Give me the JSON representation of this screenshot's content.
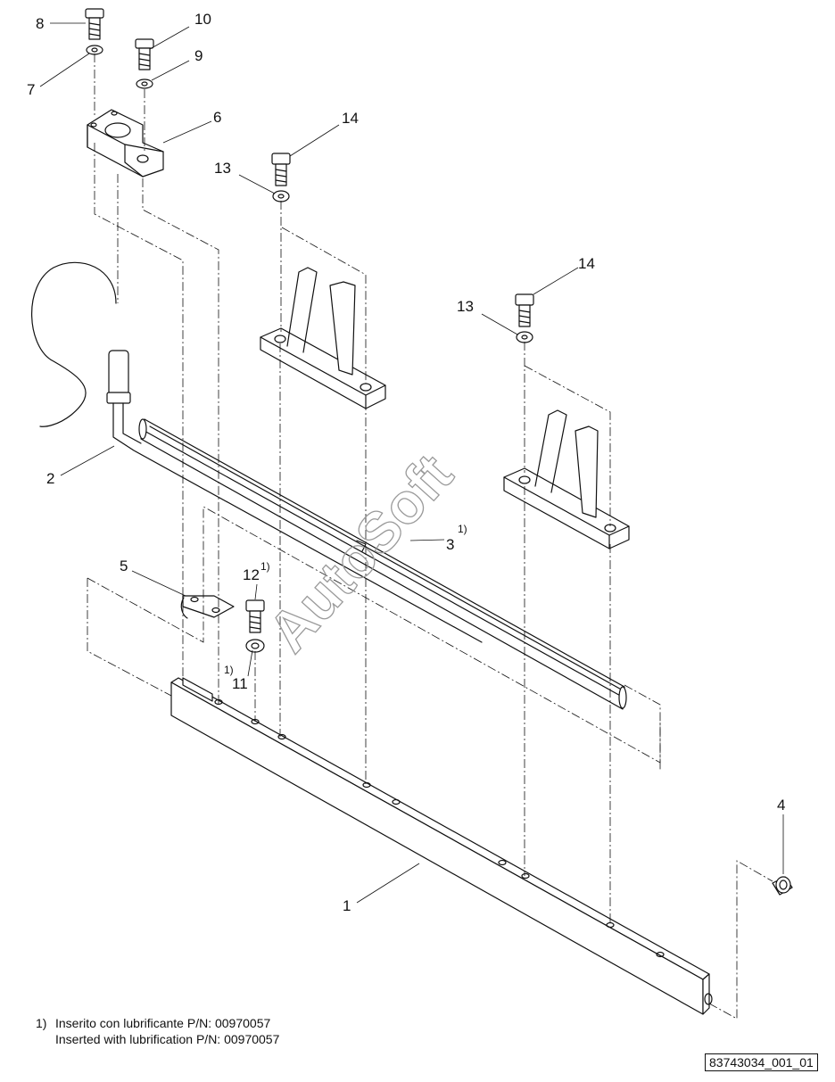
{
  "callouts": {
    "c1": "1",
    "c2": "2",
    "c3": "3",
    "c3_sup": "1)",
    "c4": "4",
    "c5": "5",
    "c6": "6",
    "c7": "7",
    "c8": "8",
    "c9": "9",
    "c10": "10",
    "c11": "11",
    "c11_sup": "1)",
    "c12": "12",
    "c12_sup": "1)",
    "c13a": "13",
    "c14a": "14",
    "c13b": "13",
    "c14b": "14"
  },
  "watermark": "AutoSoft",
  "footnote": {
    "marker": "1)",
    "line1": "Inserito con lubrificante P/N: 00970057",
    "line2": "Inserted with lubrification P/N: 00970057"
  },
  "document_id": "83743034_001_01"
}
